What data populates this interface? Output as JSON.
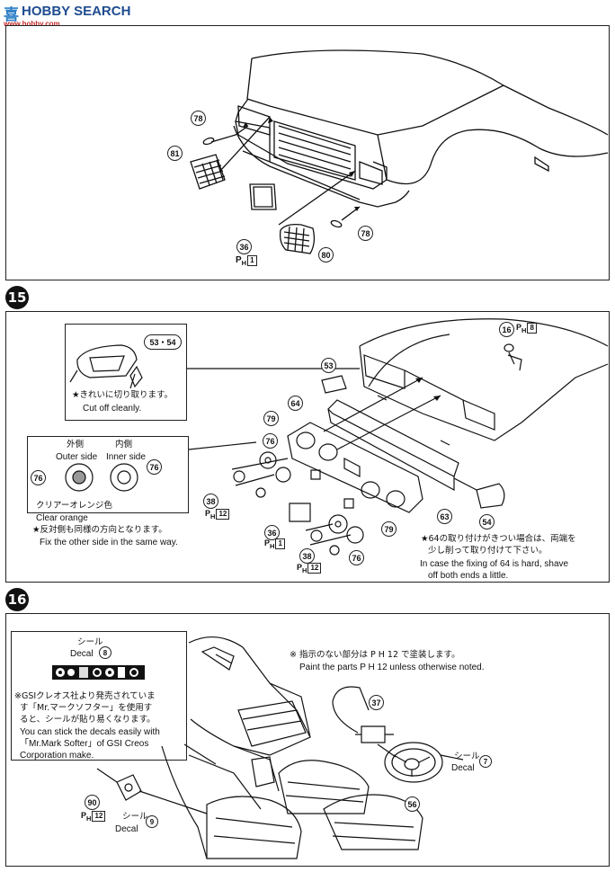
{
  "watermark": {
    "brand": "HOBBY SEARCH",
    "site": "www.hobby.com",
    "logo_text": "喜"
  },
  "steps": {
    "s15": "15",
    "s16": "16"
  },
  "panel14": {
    "part78a": "78",
    "part81": "81",
    "part36": "36",
    "part80": "80",
    "part78b": "78",
    "paint_prefix": "P",
    "paint_sub": "H",
    "paint_ref": "1"
  },
  "panel15": {
    "part53_54": "53・54",
    "cut_jp": "★きれいに切り取ります。",
    "cut_en": "Cut off cleanly.",
    "outer_jp": "外側",
    "inner_jp": "内側",
    "outer_en": "Outer side",
    "inner_en": "Inner side",
    "part76a": "76",
    "part76b": "76",
    "clear_jp": "クリアーオレンジ色",
    "clear_en": "Clear orange",
    "fix_jp": "★反対側も同様の方向となります。",
    "fix_en": "Fix the other side in the same way.",
    "part16": "16",
    "part16_ref": "8",
    "part53": "53",
    "part64": "64",
    "part79a": "79",
    "part76c": "76",
    "part38a": "38",
    "part38a_ref": "12",
    "part36": "36",
    "part36_ref": "1",
    "part79b": "79",
    "part38b": "38",
    "part38b_ref": "12",
    "part76d": "76",
    "part63": "63",
    "part54": "54",
    "note_jp_1": "★64の取り付けがきつい場合は、両端を",
    "note_jp_2": "少し削って取り付けて下さい。",
    "note_en_1": "In case the fixing of 64 is hard, shave",
    "note_en_2": "off both ends a little."
  },
  "panel16": {
    "decal8_jp": "シール",
    "decal8_en": "Decal",
    "decal8_num": "8",
    "gsi_jp_1": "※GSIクレオス社より発売されていま",
    "gsi_jp_2": "す「Mr.マークソフター」を使用す",
    "gsi_jp_3": "ると、シールが貼り易くなります。",
    "gsi_en_1": "You can stick the decals easily with",
    "gsi_en_2": "「Mr.Mark Softer」of GSI Creos",
    "gsi_en_3": "Corporation make.",
    "paint_jp": "※ 指示のない部分は P H 12 で塗装します。",
    "paint_en": "Paint the parts P H 12 unless otherwise noted.",
    "part37": "37",
    "decal7_jp": "シール",
    "decal7_en": "Decal",
    "decal7_num": "7",
    "part56": "56",
    "part90": "90",
    "part90_ref": "12",
    "decal9_jp": "シール",
    "decal9_en": "Decal",
    "decal9_num": "9"
  }
}
